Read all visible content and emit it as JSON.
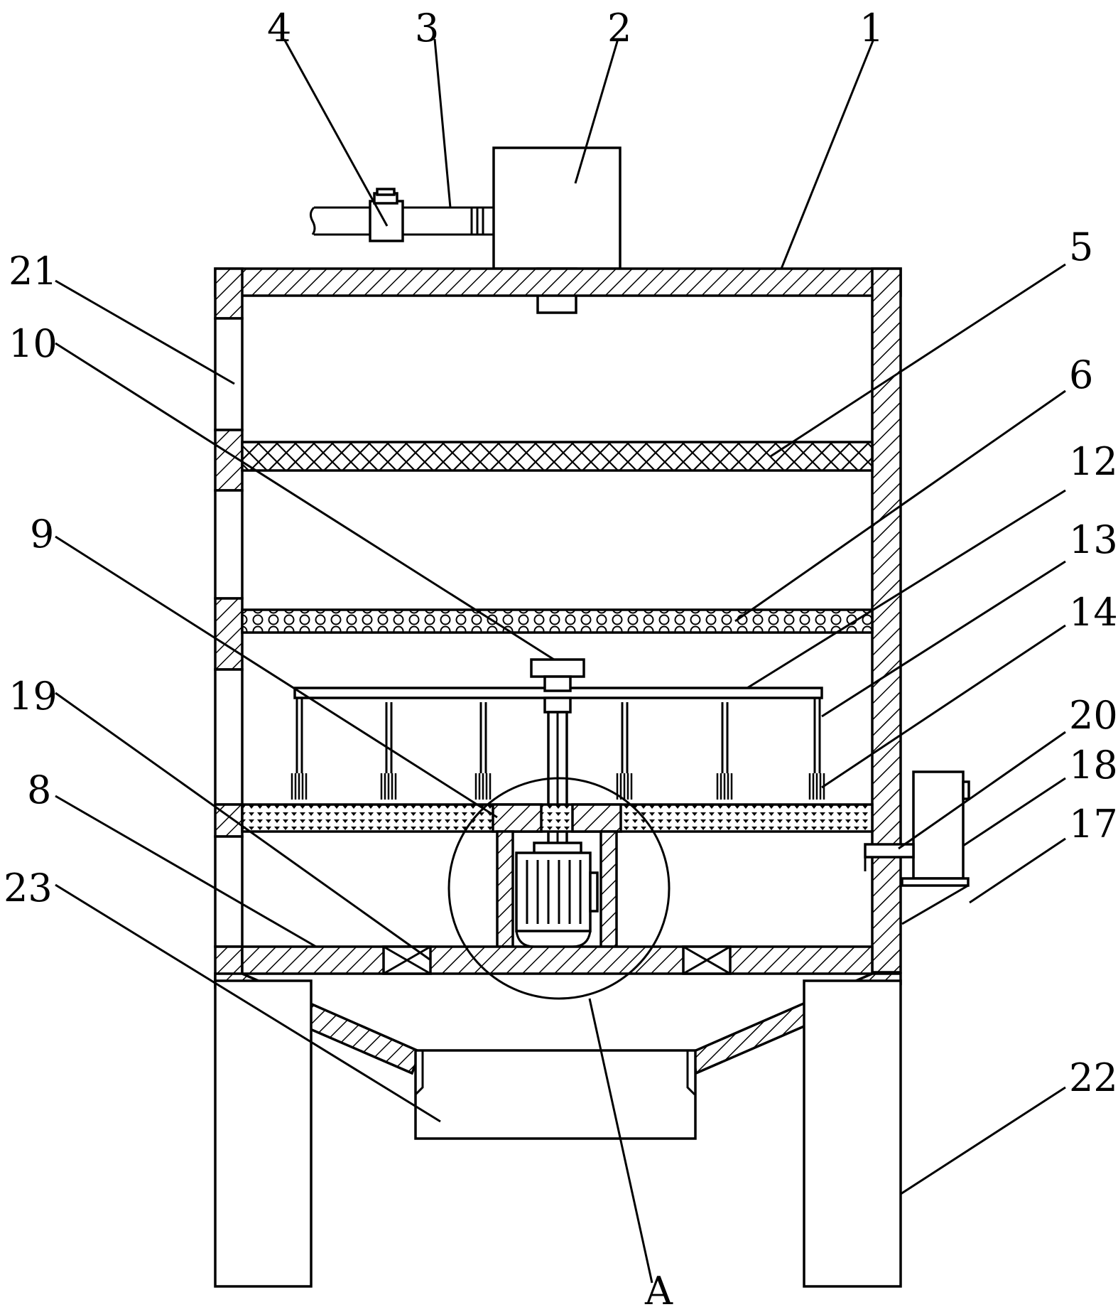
{
  "figure": {
    "callouts": {
      "c1": "1",
      "c2": "2",
      "c3": "3",
      "c4": "4",
      "c5": "5",
      "c6": "6",
      "c8": "8",
      "c9": "9",
      "c10": "10",
      "c12": "12",
      "c13": "13",
      "c14": "14",
      "c17": "17",
      "c18": "18",
      "c19": "19",
      "c20": "20",
      "c21": "21",
      "c22": "22",
      "c23": "23",
      "cA": "A"
    }
  }
}
